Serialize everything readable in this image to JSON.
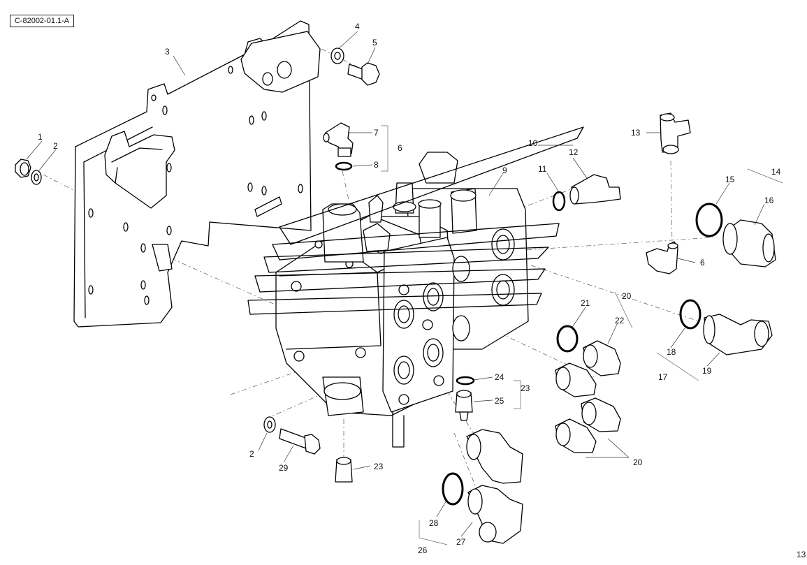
{
  "reference_code": "C-82002-01.1-A",
  "page_number": "13",
  "callouts": [
    "1",
    "2",
    "3",
    "4",
    "5",
    "6",
    "7",
    "8",
    "9",
    "10",
    "11",
    "12",
    "13",
    "14",
    "15",
    "16",
    "6",
    "17",
    "18",
    "19",
    "20",
    "21",
    "22",
    "20",
    "23",
    "24",
    "25",
    "23",
    "2",
    "29",
    "28",
    "27",
    "26"
  ]
}
